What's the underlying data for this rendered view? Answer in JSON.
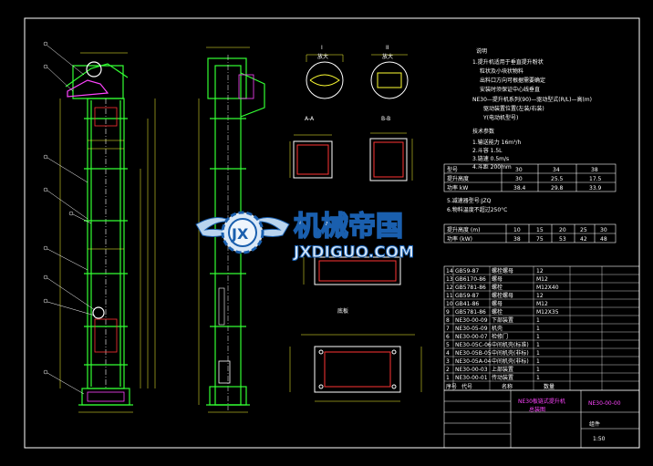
{
  "colors": {
    "background": "#000000",
    "frame": "#ffffff",
    "structure": "#33ff33",
    "dimension": "#ffff33",
    "title_block": "#ff44ff",
    "section": "#ff3333",
    "watermark_blue": "#1a5fae"
  },
  "watermark": {
    "cn": "机械帝国",
    "en": "JXDIGUO.COM",
    "logo_text": "JX"
  },
  "views": {
    "detail_left_label": "I",
    "detail_right_label": "II",
    "detail_sub": "放大",
    "section_a": "A-A",
    "section_b": "B-B",
    "bottom_label": "底板"
  },
  "notes": {
    "heading": "说明",
    "lines": [
      "1.提升机适用于垂直提升粉状",
      "  粒状及小块状物料",
      "  出料口方向可根据需要确定",
      "  安装时须保证中心线垂直",
      "NE30—提升机系列(90)—驱动型式(R/L)—高(m)",
      "  驱动装置位置(左装/右装)",
      "  Y(电动机型号)"
    ],
    "tech_heading": "技术参数",
    "tech_lines": [
      "1.输送能力 16m³/h",
      "2.斗容 1.5L",
      "3.链速 0.5m/s",
      "4.斗距 200mm"
    ]
  },
  "table1": {
    "rows": [
      [
        "型号",
        "30",
        "34",
        "38"
      ],
      [
        "提升高度",
        "30",
        "25.5",
        "17.5"
      ],
      [
        "功率 kW",
        "38.4",
        "29.8",
        "33.9"
      ]
    ]
  },
  "table2": {
    "note_lines": [
      "5.减速器型号:JZQ",
      "6.物料温度不超过250°C"
    ],
    "rows": [
      [
        "提升高度 (m)",
        "10",
        "15",
        "20",
        "25",
        "30"
      ],
      [
        "功率 (kW)",
        "38",
        "75",
        "53",
        "42",
        "48"
      ]
    ]
  },
  "parts_list": {
    "rows": [
      [
        "14",
        "GB59-87",
        "螺栓螺母",
        "12"
      ],
      [
        "13",
        "GB6170-86",
        "螺母",
        "M12"
      ],
      [
        "12",
        "GB5781-86",
        "螺栓",
        "M12X40"
      ],
      [
        "11",
        "GB59-87",
        "螺栓螺母",
        "12"
      ],
      [
        "10",
        "GB41-86",
        "螺母",
        "M12"
      ],
      [
        "9",
        "GB5781-86",
        "螺栓",
        "M12X35"
      ],
      [
        "8",
        "NE30-00-09",
        "下部装置",
        "1"
      ],
      [
        "7",
        "NE30-05-09",
        "机壳",
        "1"
      ],
      [
        "6",
        "NE30-00-07",
        "检修门",
        "1"
      ],
      [
        "5",
        "NE30-05C-06",
        "中间机壳(标准)",
        "1"
      ],
      [
        "4",
        "NE30-05B-05",
        "中间机壳(非标)",
        "1"
      ],
      [
        "3",
        "NE30-05A-04",
        "中间机壳(非标)",
        "1"
      ],
      [
        "2",
        "NE30-00-03",
        "上部装置",
        "1"
      ],
      [
        "1",
        "NE30-00-01",
        "传动装置",
        "1"
      ]
    ],
    "header": [
      "序号",
      "代号",
      "名称",
      "数量"
    ]
  },
  "title_block": {
    "product": "NE30板链式提升机",
    "drawing_type": "总装图",
    "drawing_no": "NE30-00-00",
    "scale": "1:50",
    "category": "组件"
  }
}
